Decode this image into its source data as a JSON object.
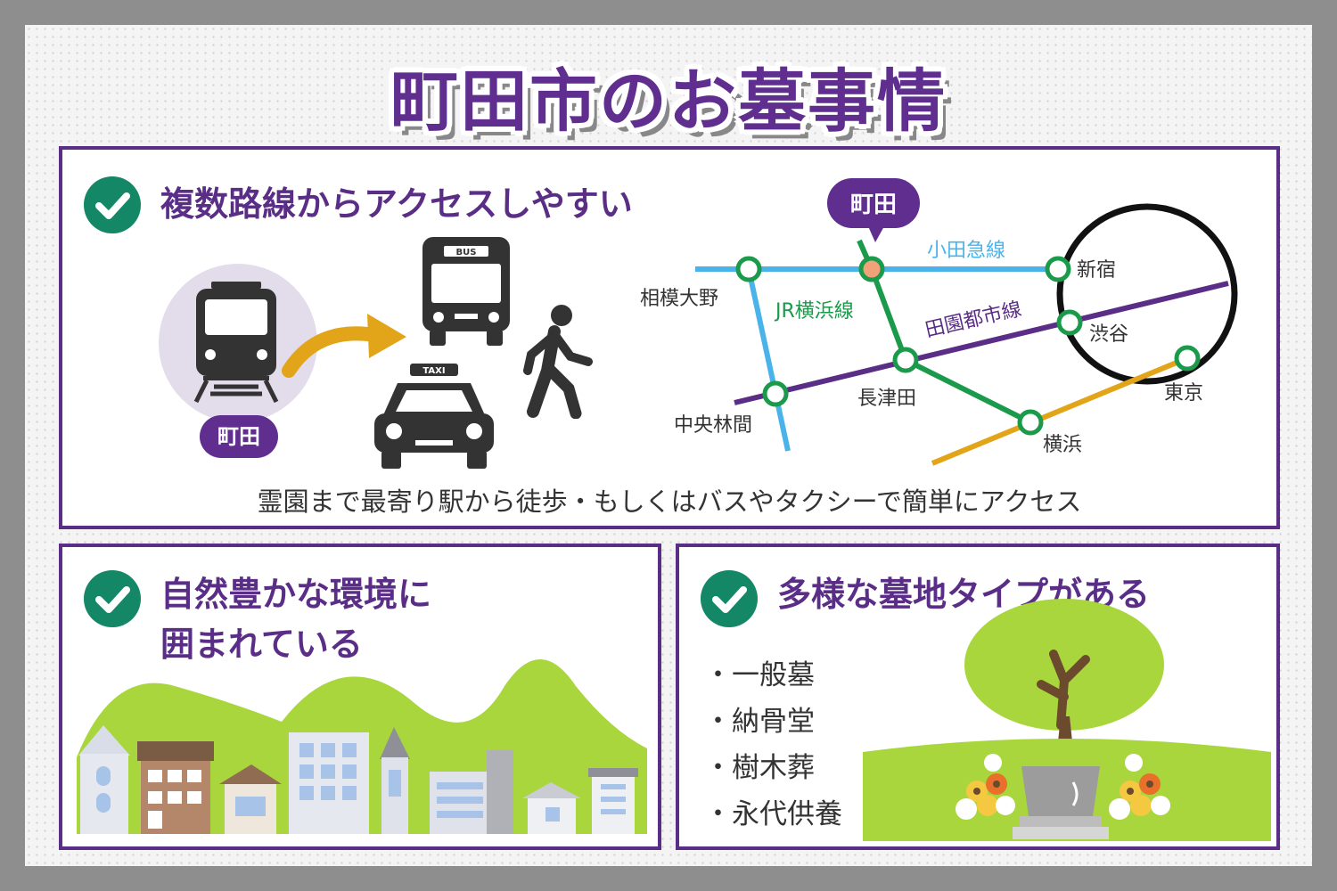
{
  "title": "町田市のお墓事情",
  "access": {
    "heading": "複数路線からアクセスしやすい",
    "caption": "霊園まで最寄り駅から徒歩・もしくはバスやタクシーで簡単にアクセス",
    "station_badge": "町田",
    "bus_label": "BUS",
    "taxi_label": "TAXI",
    "map": {
      "pin_label": "町田",
      "lines": [
        "小田急線",
        "JR横浜線",
        "田園都市線"
      ],
      "stations": [
        "相模大野",
        "中央林間",
        "長津田",
        "新宿",
        "渋谷",
        "東京",
        "横浜"
      ]
    }
  },
  "nature": {
    "heading_line1": "自然豊かな環境に",
    "heading_line2": "囲まれている"
  },
  "types": {
    "heading": "多様な墓地タイプがある",
    "items": [
      "・一般墓",
      "・納骨堂",
      "・樹木葬",
      "・永代供養"
    ]
  },
  "colors": {
    "accent": "#5a2d87",
    "check": "#148766",
    "odakyu": "#4ab3ea",
    "jr_yokohama": "#1a9a4a",
    "denentoshi": "#5a2d87",
    "tokaido": "#e2a51a",
    "hills": "#a8d63c"
  },
  "icons": [
    "check-icon",
    "train-icon",
    "arrow-icon",
    "bus-icon",
    "taxi-icon",
    "walker-icon",
    "tree-icon",
    "gravestone-icon",
    "flower-icon"
  ]
}
